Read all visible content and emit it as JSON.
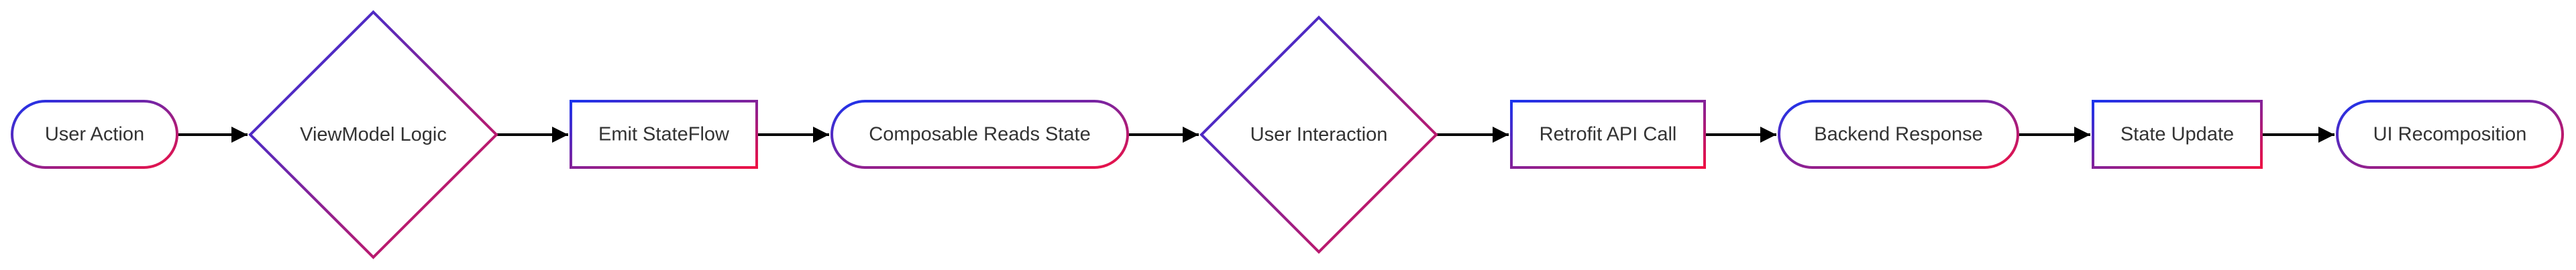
{
  "diagram": {
    "type": "flowchart",
    "direction": "left-to-right",
    "stroke_gradient": {
      "start": "#1a33ee",
      "end": "#ee1144"
    },
    "edge_color": "#000000",
    "text_color": "#333333",
    "nodes": [
      {
        "id": "n1",
        "label": "User Action",
        "shape": "stadium"
      },
      {
        "id": "n2",
        "label": "ViewModel Logic",
        "shape": "diamond"
      },
      {
        "id": "n3",
        "label": "Emit StateFlow",
        "shape": "rectangle"
      },
      {
        "id": "n4",
        "label": "Composable Reads State",
        "shape": "stadium"
      },
      {
        "id": "n5",
        "label": "User Interaction",
        "shape": "diamond"
      },
      {
        "id": "n6",
        "label": "Retrofit API Call",
        "shape": "rectangle"
      },
      {
        "id": "n7",
        "label": "Backend Response",
        "shape": "stadium"
      },
      {
        "id": "n8",
        "label": "State Update",
        "shape": "rectangle"
      },
      {
        "id": "n9",
        "label": "UI Recomposition",
        "shape": "stadium"
      }
    ],
    "edges": [
      {
        "from": "n1",
        "to": "n2"
      },
      {
        "from": "n2",
        "to": "n3"
      },
      {
        "from": "n3",
        "to": "n4"
      },
      {
        "from": "n4",
        "to": "n5"
      },
      {
        "from": "n5",
        "to": "n6"
      },
      {
        "from": "n6",
        "to": "n7"
      },
      {
        "from": "n7",
        "to": "n8"
      },
      {
        "from": "n8",
        "to": "n9"
      }
    ]
  }
}
